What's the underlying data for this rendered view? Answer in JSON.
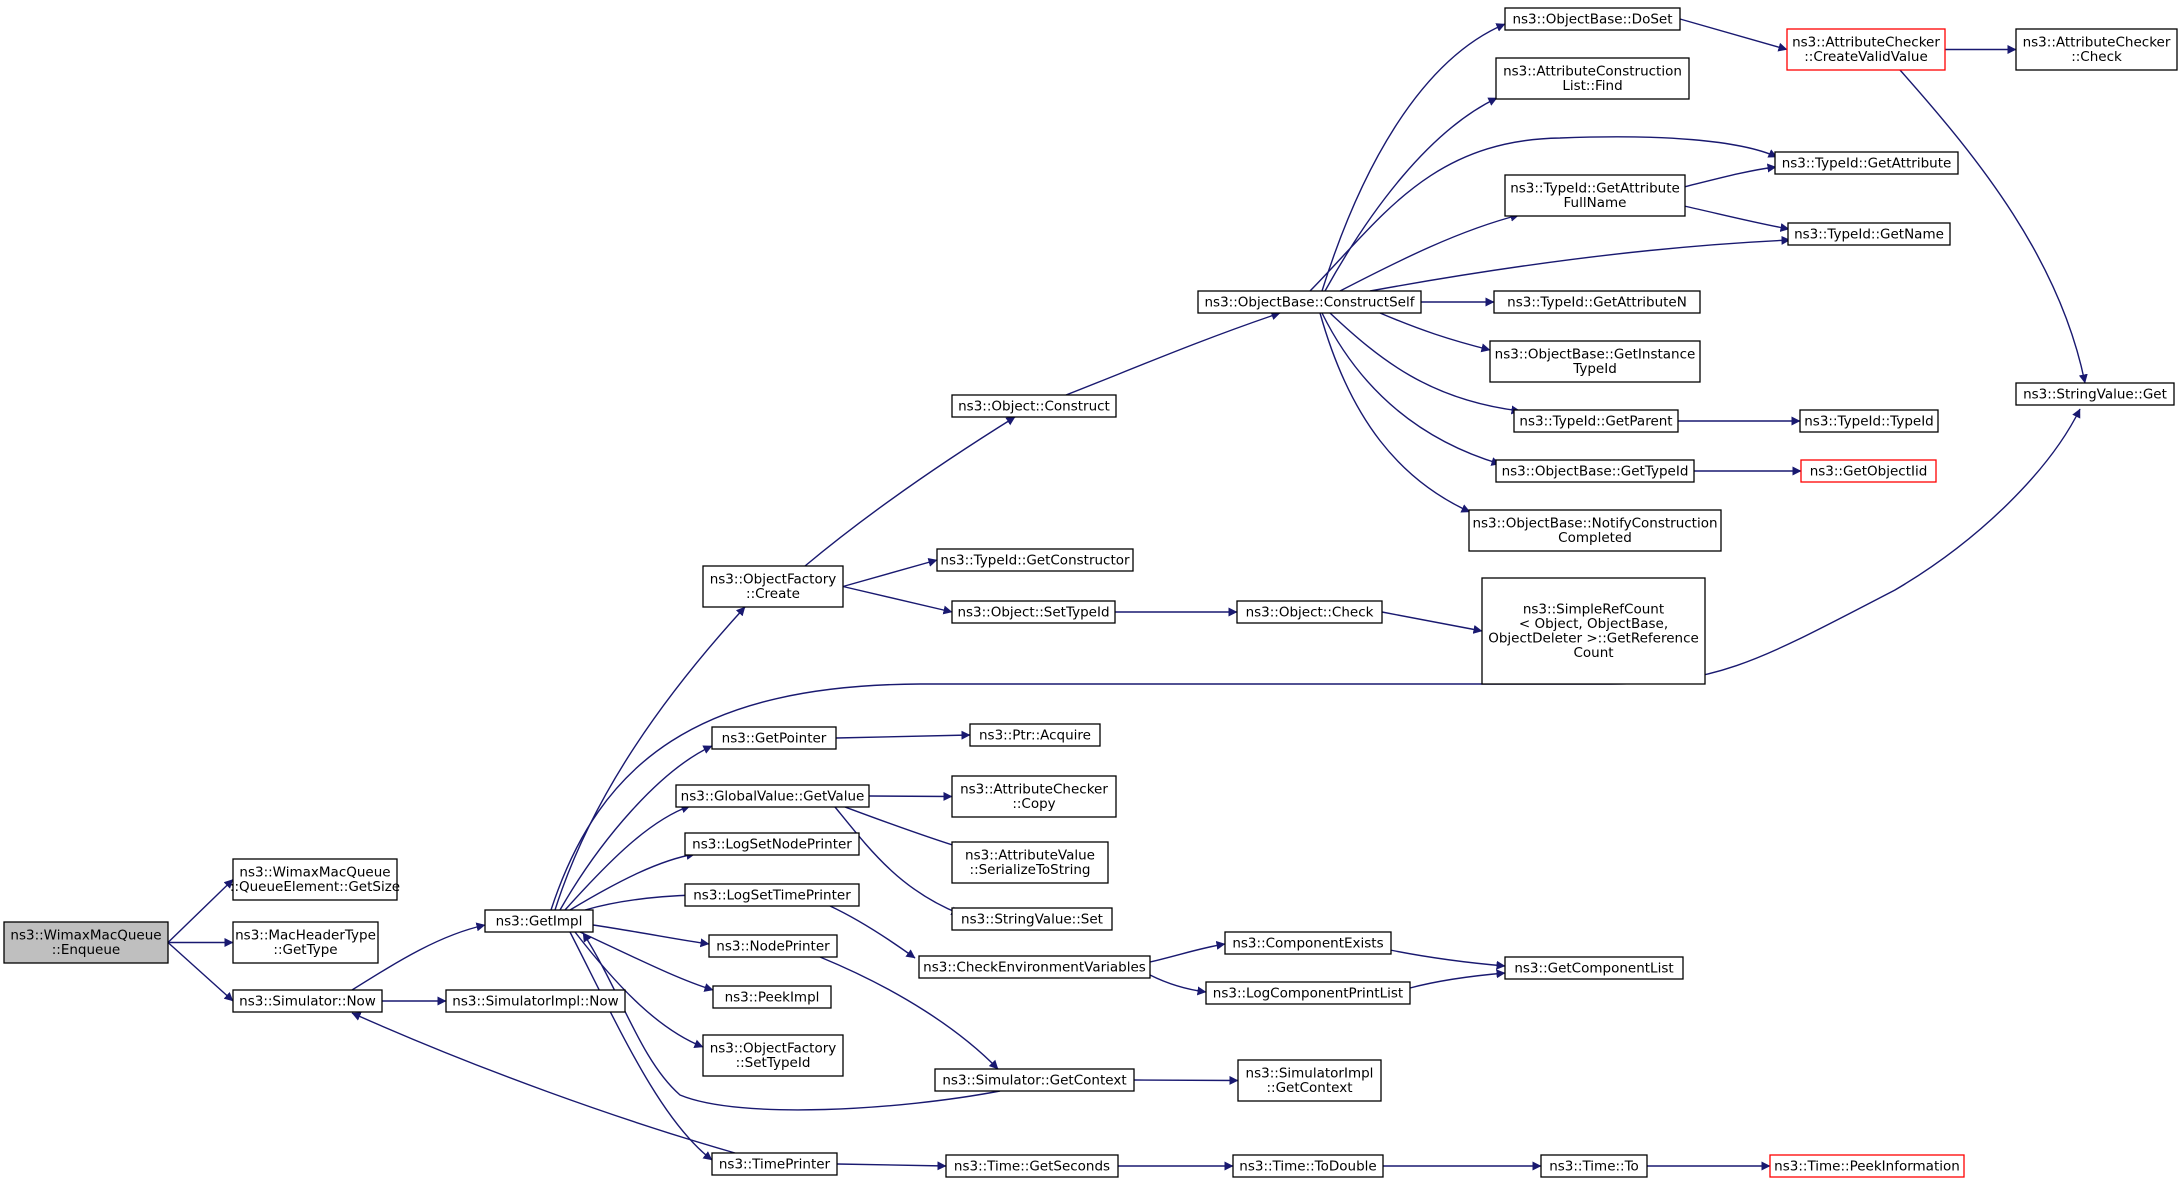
{
  "diagram": {
    "colors": {
      "background": "#ffffff",
      "node_border": "#000000",
      "node_border_link": "#ff0000",
      "root_fill": "#bfbfbf",
      "edge": "#191970"
    },
    "nodes": [
      {
        "id": "enqueue",
        "lines": [
          "ns3::WimaxMacQueue",
          "::Enqueue"
        ],
        "root": true
      },
      {
        "id": "qe_getsize",
        "lines": [
          "ns3::WimaxMacQueue",
          "::QueueElement::GetSize"
        ]
      },
      {
        "id": "mhdr_gettype",
        "lines": [
          "ns3::MacHeaderType",
          "::GetType"
        ]
      },
      {
        "id": "sim_now",
        "lines": [
          "ns3::Simulator::Now"
        ]
      },
      {
        "id": "simimpl_now",
        "lines": [
          "ns3::SimulatorImpl::Now"
        ]
      },
      {
        "id": "getimpl",
        "lines": [
          "ns3::GetImpl"
        ]
      },
      {
        "id": "of_create",
        "lines": [
          "ns3::ObjectFactory",
          "::Create"
        ]
      },
      {
        "id": "getpointer",
        "lines": [
          "ns3::GetPointer"
        ]
      },
      {
        "id": "gv_getvalue",
        "lines": [
          "ns3::GlobalValue::GetValue"
        ]
      },
      {
        "id": "logsetnodeprinter",
        "lines": [
          "ns3::LogSetNodePrinter"
        ]
      },
      {
        "id": "logsettimeprinter",
        "lines": [
          "ns3::LogSetTimePrinter"
        ]
      },
      {
        "id": "nodeprinter",
        "lines": [
          "ns3::NodePrinter"
        ]
      },
      {
        "id": "peekimpl",
        "lines": [
          "ns3::PeekImpl"
        ]
      },
      {
        "id": "of_settypeid",
        "lines": [
          "ns3::ObjectFactory",
          "::SetTypeId"
        ]
      },
      {
        "id": "timeprinter",
        "lines": [
          "ns3::TimePrinter"
        ]
      },
      {
        "id": "obj_construct",
        "lines": [
          "ns3::Object::Construct"
        ]
      },
      {
        "id": "tid_getconstructor",
        "lines": [
          "ns3::TypeId::GetConstructor"
        ]
      },
      {
        "id": "obj_settypeid",
        "lines": [
          "ns3::Object::SetTypeId"
        ]
      },
      {
        "id": "ptr_acquire",
        "lines": [
          "ns3::Ptr::Acquire"
        ]
      },
      {
        "id": "ac_copy",
        "lines": [
          "ns3::AttributeChecker",
          "::Copy"
        ]
      },
      {
        "id": "av_serialize",
        "lines": [
          "ns3::AttributeValue",
          "::SerializeToString"
        ]
      },
      {
        "id": "sv_set",
        "lines": [
          "ns3::StringValue::Set"
        ]
      },
      {
        "id": "checkenv",
        "lines": [
          "ns3::CheckEnvironmentVariables"
        ]
      },
      {
        "id": "sim_getcontext",
        "lines": [
          "ns3::Simulator::GetContext"
        ]
      },
      {
        "id": "time_getseconds",
        "lines": [
          "ns3::Time::GetSeconds"
        ]
      },
      {
        "id": "obj_check",
        "lines": [
          "ns3::Object::Check"
        ]
      },
      {
        "id": "ob_constructself",
        "lines": [
          "ns3::ObjectBase::ConstructSelf"
        ]
      },
      {
        "id": "compexists",
        "lines": [
          "ns3::ComponentExists"
        ]
      },
      {
        "id": "logcompprintlist",
        "lines": [
          "ns3::LogComponentPrintList"
        ]
      },
      {
        "id": "simimpl_getcontext",
        "lines": [
          "ns3::SimulatorImpl",
          "::GetContext"
        ]
      },
      {
        "id": "time_todouble",
        "lines": [
          "ns3::Time::ToDouble"
        ]
      },
      {
        "id": "ob_doset",
        "lines": [
          "ns3::ObjectBase::DoSet"
        ]
      },
      {
        "id": "acl_find",
        "lines": [
          "ns3::AttributeConstruction",
          "List::Find"
        ]
      },
      {
        "id": "tid_getattrfullname",
        "lines": [
          "ns3::TypeId::GetAttribute",
          "FullName"
        ]
      },
      {
        "id": "tid_getattributen",
        "lines": [
          "ns3::TypeId::GetAttributeN"
        ]
      },
      {
        "id": "ob_getinstancetypeid",
        "lines": [
          "ns3::ObjectBase::GetInstance",
          "TypeId"
        ]
      },
      {
        "id": "tid_getparent",
        "lines": [
          "ns3::TypeId::GetParent"
        ]
      },
      {
        "id": "ob_gettypeid",
        "lines": [
          "ns3::ObjectBase::GetTypeId"
        ]
      },
      {
        "id": "ob_notifyconstruction",
        "lines": [
          "ns3::ObjectBase::NotifyConstruction",
          "Completed"
        ]
      },
      {
        "id": "srefcount",
        "lines": [
          "ns3::SimpleRefCount",
          "< Object, ObjectBase,",
          "ObjectDeleter >::GetReference",
          "Count"
        ]
      },
      {
        "id": "getcomponentlist",
        "lines": [
          "ns3::GetComponentList"
        ]
      },
      {
        "id": "time_to",
        "lines": [
          "ns3::Time::To"
        ]
      },
      {
        "id": "ac_createvalidvalue",
        "lines": [
          "ns3::AttributeChecker",
          "::CreateValidValue"
        ],
        "link": true
      },
      {
        "id": "tid_getattribute",
        "lines": [
          "ns3::TypeId::GetAttribute"
        ]
      },
      {
        "id": "tid_getname",
        "lines": [
          "ns3::TypeId::GetName"
        ]
      },
      {
        "id": "tid_typeid",
        "lines": [
          "ns3::TypeId::TypeId"
        ]
      },
      {
        "id": "getobjectiid",
        "lines": [
          "ns3::GetObjectIid"
        ],
        "link": true
      },
      {
        "id": "time_peekinfo",
        "lines": [
          "ns3::Time::PeekInformation"
        ],
        "link": true
      },
      {
        "id": "ac_check",
        "lines": [
          "ns3::AttributeChecker",
          "::Check"
        ]
      },
      {
        "id": "sv_get",
        "lines": [
          "ns3::StringValue::Get"
        ]
      }
    ],
    "edges": [
      [
        "enqueue",
        "qe_getsize"
      ],
      [
        "enqueue",
        "mhdr_gettype"
      ],
      [
        "enqueue",
        "sim_now"
      ],
      [
        "sim_now",
        "simimpl_now"
      ],
      [
        "sim_now",
        "getimpl"
      ],
      [
        "getimpl",
        "of_create"
      ],
      [
        "getimpl",
        "getpointer"
      ],
      [
        "getimpl",
        "gv_getvalue"
      ],
      [
        "getimpl",
        "logsetnodeprinter"
      ],
      [
        "getimpl",
        "logsettimeprinter"
      ],
      [
        "getimpl",
        "nodeprinter"
      ],
      [
        "getimpl",
        "peekimpl"
      ],
      [
        "getimpl",
        "of_settypeid"
      ],
      [
        "getimpl",
        "timeprinter"
      ],
      [
        "getimpl",
        "sv_get"
      ],
      [
        "of_create",
        "obj_construct"
      ],
      [
        "of_create",
        "tid_getconstructor"
      ],
      [
        "of_create",
        "obj_settypeid"
      ],
      [
        "obj_construct",
        "ob_constructself"
      ],
      [
        "obj_settypeid",
        "obj_check"
      ],
      [
        "obj_check",
        "srefcount"
      ],
      [
        "getpointer",
        "ptr_acquire"
      ],
      [
        "gv_getvalue",
        "ac_copy"
      ],
      [
        "gv_getvalue",
        "av_serialize"
      ],
      [
        "gv_getvalue",
        "sv_set"
      ],
      [
        "logsettimeprinter",
        "checkenv"
      ],
      [
        "nodeprinter",
        "sim_getcontext"
      ],
      [
        "checkenv",
        "compexists"
      ],
      [
        "checkenv",
        "logcompprintlist"
      ],
      [
        "compexists",
        "getcomponentlist"
      ],
      [
        "logcompprintlist",
        "getcomponentlist"
      ],
      [
        "sim_getcontext",
        "getimpl"
      ],
      [
        "sim_getcontext",
        "simimpl_getcontext"
      ],
      [
        "timeprinter",
        "sim_now"
      ],
      [
        "timeprinter",
        "time_getseconds"
      ],
      [
        "time_getseconds",
        "time_todouble"
      ],
      [
        "time_todouble",
        "time_to"
      ],
      [
        "time_to",
        "time_peekinfo"
      ],
      [
        "ob_constructself",
        "ob_doset"
      ],
      [
        "ob_constructself",
        "acl_find"
      ],
      [
        "ob_constructself",
        "tid_getattribute"
      ],
      [
        "ob_constructself",
        "tid_getattrfullname"
      ],
      [
        "ob_constructself",
        "tid_getname"
      ],
      [
        "ob_constructself",
        "tid_getattributen"
      ],
      [
        "ob_constructself",
        "ob_getinstancetypeid"
      ],
      [
        "ob_constructself",
        "tid_getparent"
      ],
      [
        "ob_constructself",
        "ob_gettypeid"
      ],
      [
        "ob_constructself",
        "ob_notifyconstruction"
      ],
      [
        "ob_doset",
        "ac_createvalidvalue"
      ],
      [
        "ac_createvalidvalue",
        "ac_check"
      ],
      [
        "ac_createvalidvalue",
        "sv_get"
      ],
      [
        "tid_getattrfullname",
        "tid_getattribute"
      ],
      [
        "tid_getattrfullname",
        "tid_getname"
      ],
      [
        "tid_getparent",
        "tid_typeid"
      ],
      [
        "ob_gettypeid",
        "getobjectiid"
      ]
    ]
  }
}
